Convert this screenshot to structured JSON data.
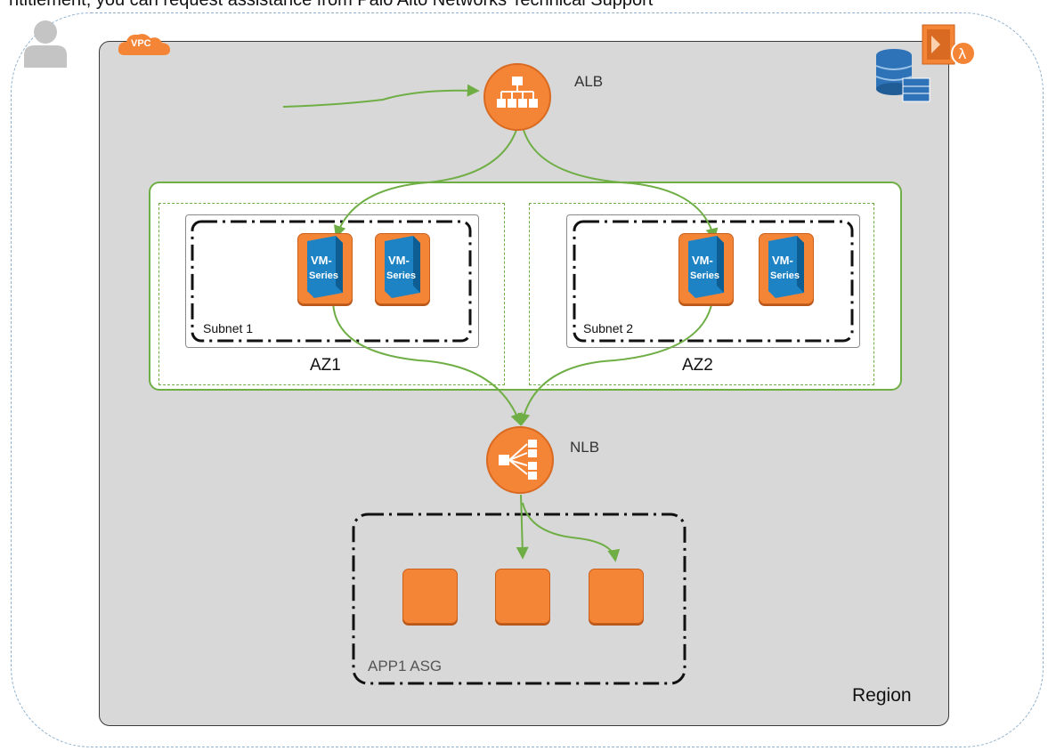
{
  "header": {
    "caption": "ntitlement, you can request assistance from Palo Alto Networks Technical Support"
  },
  "region": {
    "label": "Region"
  },
  "vpc": {
    "badge": "VPC"
  },
  "alb": {
    "label": "ALB"
  },
  "nlb": {
    "label": "NLB"
  },
  "az1": {
    "label": "AZ1",
    "subnet_label": "Subnet 1"
  },
  "az2": {
    "label": "AZ2",
    "subnet_label": "Subnet 2"
  },
  "vm_series": {
    "line1": "VM-",
    "line2": "Series"
  },
  "app_asg": {
    "label": "APP1 ASG"
  },
  "colors": {
    "aws_orange": "#f58536",
    "flow_green": "#6fae45",
    "vpc_grey": "#d8d8d8",
    "db_blue": "#2e73b8"
  },
  "icons": [
    "user-icon",
    "vpc-cloud-icon",
    "lambda-icon",
    "dynamodb-icon",
    "alb-icon",
    "nlb-icon",
    "vm-series-icon",
    "ec2-instance-icon"
  ]
}
